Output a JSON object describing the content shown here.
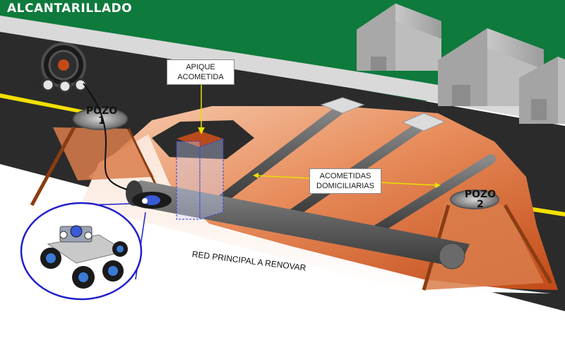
{
  "title": "ALCANTARILLADO",
  "labels": {
    "apique": [
      "APIQUE",
      "ACOMETIDA"
    ],
    "acometidas": [
      "ACOMETIDAS",
      "DOMICILIARIAS"
    ],
    "pozo1": [
      "POZO",
      "1"
    ],
    "pozo2": [
      "POZO",
      "2"
    ],
    "main_pipe": "RED PRINCIPAL A RENOVAR"
  },
  "colors": {
    "grass": "#0e7a3c",
    "road": "#2b2b2b",
    "road_marking": "#f2e000",
    "house": "#b5b5b5",
    "soil_dark": "#c24a17",
    "soil_light": "#f7d3bd",
    "pipe": "#5e5e5e",
    "robot_ring": "#1f1fcc",
    "leader_line": "#e8e000"
  },
  "icons": [
    "cable-reel-icon",
    "inspection-robot-icon",
    "house-icon"
  ]
}
